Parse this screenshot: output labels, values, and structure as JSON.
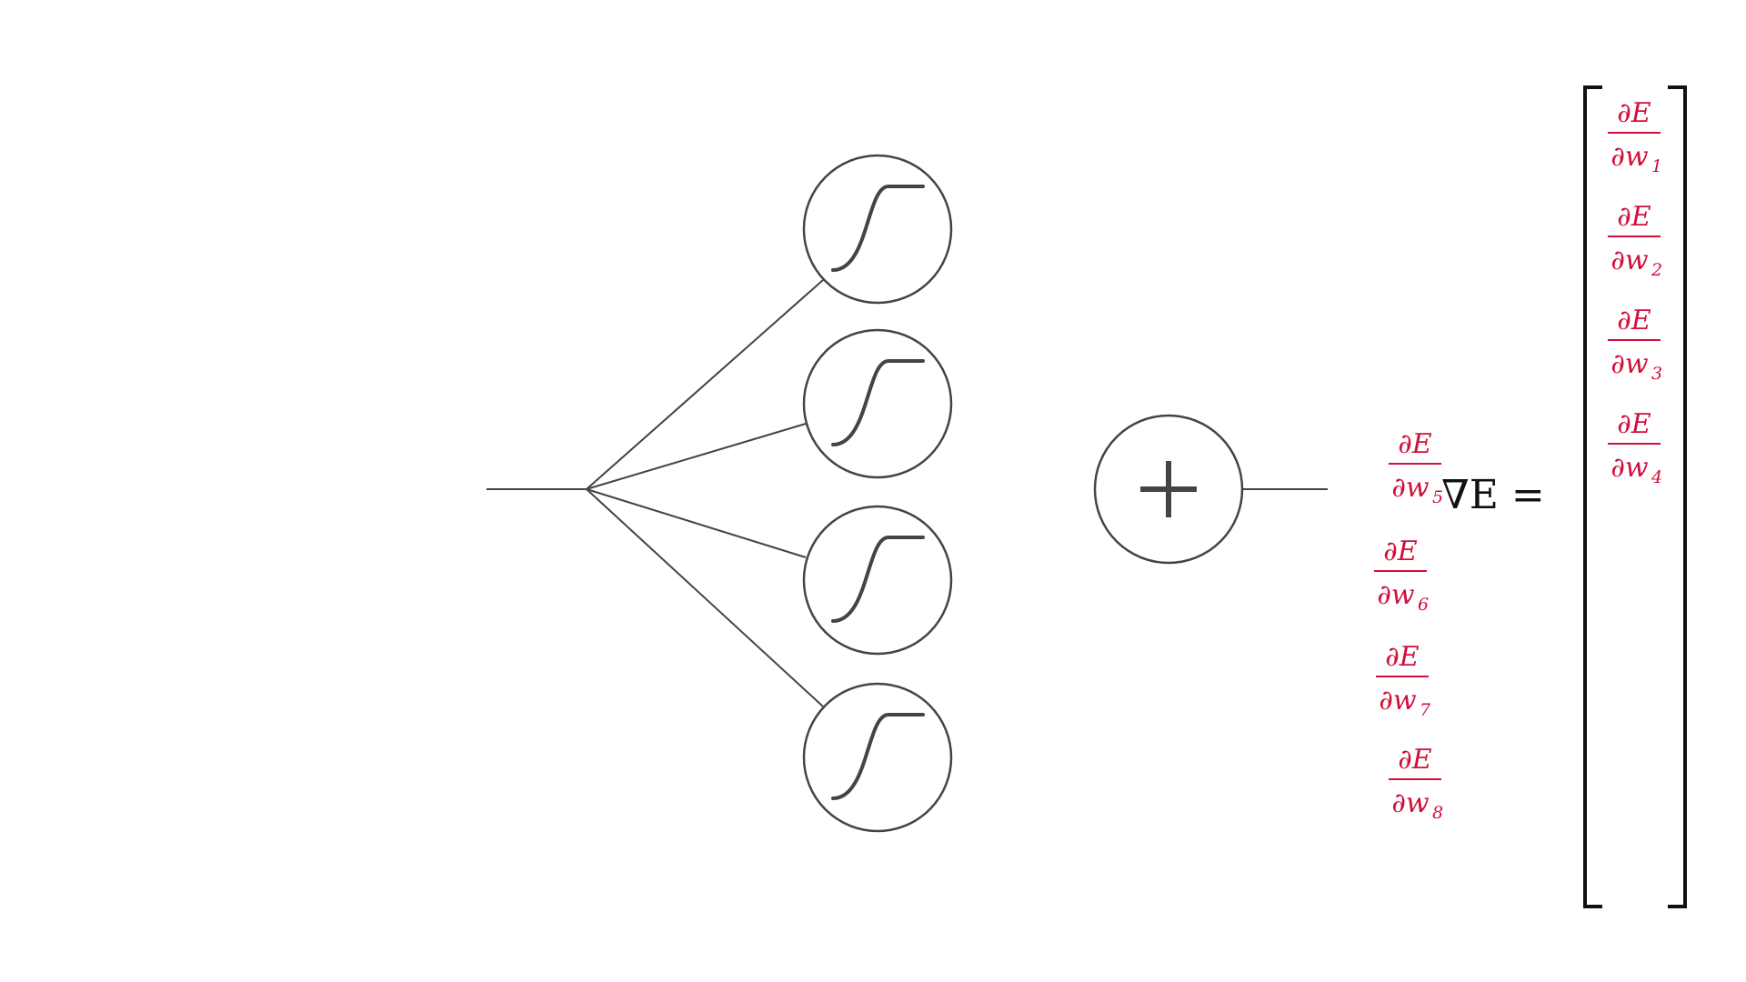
{
  "diagram": {
    "hidden_units": 4,
    "activation_icon": "sigmoid-icon",
    "sum_icon": "plus-icon",
    "colors": {
      "network": "#444444",
      "derivative": "#d0103a",
      "equation": "#111111"
    }
  },
  "gradient": {
    "lhs": "∇E =",
    "numerator": "∂E",
    "inside_matrix": [
      {
        "den": "∂w",
        "sub": "1"
      },
      {
        "den": "∂w",
        "sub": "2"
      },
      {
        "den": "∂w",
        "sub": "3"
      },
      {
        "den": "∂w",
        "sub": "4"
      }
    ],
    "outside_matrix": [
      {
        "den": "∂w",
        "sub": "5"
      },
      {
        "den": "∂w",
        "sub": "6"
      },
      {
        "den": "∂w",
        "sub": "7"
      },
      {
        "den": "∂w",
        "sub": "8"
      }
    ]
  }
}
